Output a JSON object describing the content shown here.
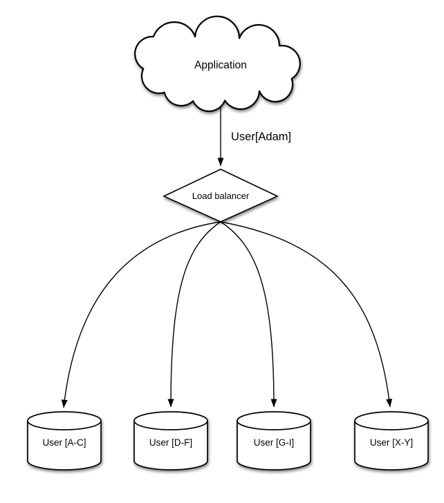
{
  "diagram": {
    "type": "flowchart",
    "application": {
      "label": "Application",
      "shape": "cloud"
    },
    "request_edge": {
      "label": "User[Adam]"
    },
    "load_balancer": {
      "label": "Load balancer",
      "shape": "diamond"
    },
    "shards": [
      {
        "label": "User [A-C]",
        "shape": "database-cylinder"
      },
      {
        "label": "User [D-F]",
        "shape": "database-cylinder"
      },
      {
        "label": "User [G-I]",
        "shape": "database-cylinder"
      },
      {
        "label": "User [X-Y]",
        "shape": "database-cylinder"
      }
    ],
    "colors": {
      "ink": "#000000",
      "shape_fill": "#ffffff",
      "background": "#ffffff"
    }
  }
}
